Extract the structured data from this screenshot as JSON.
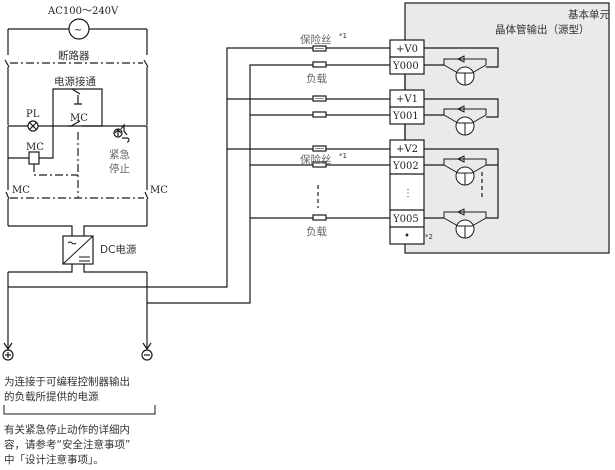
{
  "diagram": {
    "supply_label": "AC100～240V",
    "ac_symbol": "~",
    "breaker_label": "断路器",
    "power_on_label": "电源接通",
    "pilot_lamp_label": "PL",
    "mc_contact_label": "MC",
    "mc_coil_label": "MC",
    "mc_left_label": "MC",
    "mc_right_label": "MC",
    "emergency_stop_label_1": "紧急",
    "emergency_stop_label_2": "停止",
    "dc_supply_label": "DC电源",
    "plus_terminal": "+",
    "minus_terminal": "−",
    "fuse_label": "保险丝",
    "fuse_note_mark": "*1",
    "load_label": "负载",
    "unit_title_1": "基本单元",
    "unit_title_2": "晶体管输出（源型）",
    "terminals": [
      {
        "label": "+V0"
      },
      {
        "label": "Y000"
      },
      {
        "label": "+V1"
      },
      {
        "label": "Y001"
      },
      {
        "label": "+V2"
      },
      {
        "label": "Y002"
      },
      {
        "label": "⋮"
      },
      {
        "label": "Y005"
      },
      {
        "label": "•"
      }
    ],
    "terminal_note_mark": "*2",
    "note_power": [
      "为连接于可编程控制器输出",
      "的负载所提供的电源"
    ],
    "note_estop": [
      "有关紧急停止动作的详细内",
      "容，请参考“安全注意事项”",
      "中「设计注意事项」。"
    ]
  },
  "colors": {
    "line": "#1a1a1a",
    "unit_fill": "#e9eaec",
    "text": "#333333",
    "gray_text": "#666666"
  }
}
